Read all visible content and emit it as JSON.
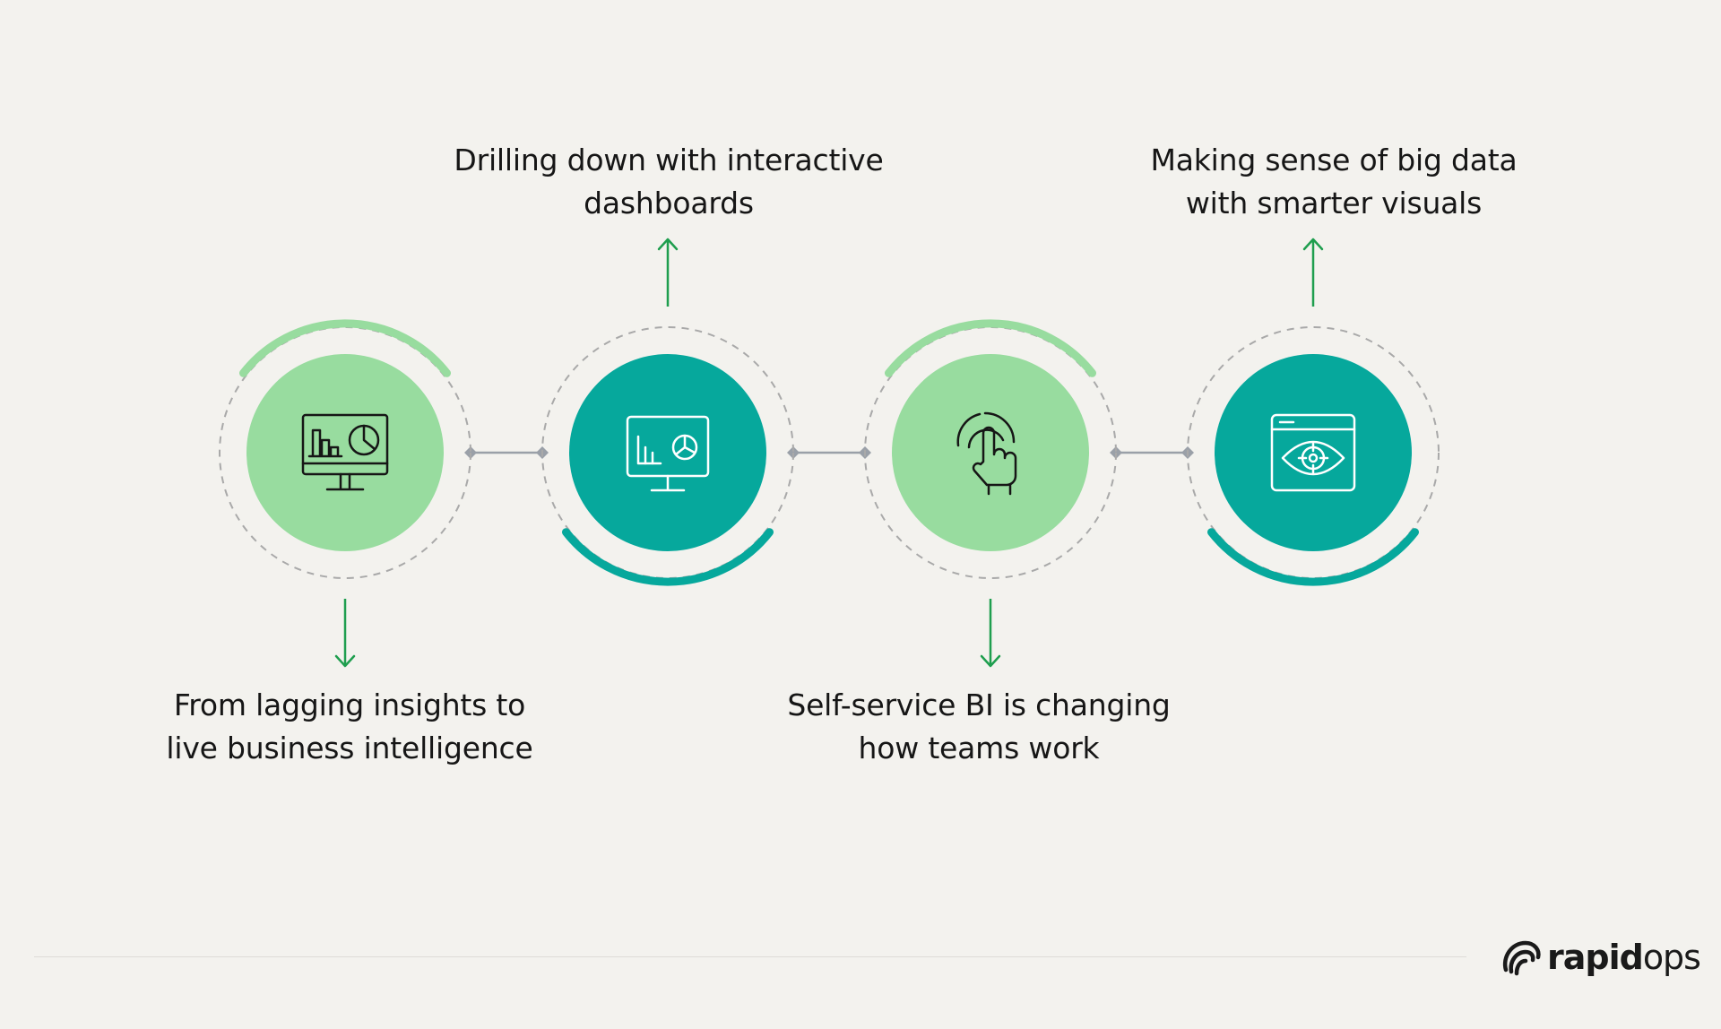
{
  "steps": [
    {
      "id": "lagging-insights",
      "label_lines": [
        "From lagging insights to",
        "live business intelligence"
      ],
      "icon": "monitor-bar-pie-chart-icon",
      "fill": "light",
      "arc": "top",
      "arrow": "down"
    },
    {
      "id": "interactive-dashboards",
      "label_lines": [
        "Drilling down with interactive",
        "dashboards"
      ],
      "icon": "presentation-board-chart-icon",
      "fill": "dark",
      "arc": "bottom",
      "arrow": "up"
    },
    {
      "id": "self-service-bi",
      "label_lines": [
        "Self-service BI is changing",
        "how teams work"
      ],
      "icon": "pointer-hand-tap-icon",
      "fill": "light",
      "arc": "top",
      "arrow": "down"
    },
    {
      "id": "big-data-visuals",
      "label_lines": [
        "Making sense of big data",
        "with smarter visuals"
      ],
      "icon": "browser-eye-icon",
      "fill": "dark",
      "arc": "bottom",
      "arrow": "up"
    }
  ],
  "colors": {
    "background": "#f3f2ee",
    "light_green": "#98dc9f",
    "teal": "#06a89c",
    "arrow_green": "#1e9e4e",
    "connector_gray": "#9aa0a8",
    "dashed_ring": "#a9a9a9",
    "text": "#161616",
    "icon_dark": "#161616",
    "icon_light": "#ffffff"
  },
  "brand": {
    "name_strong": "rapid",
    "name_light": "ops",
    "logo_icon": "rapidops-swirl-icon"
  }
}
